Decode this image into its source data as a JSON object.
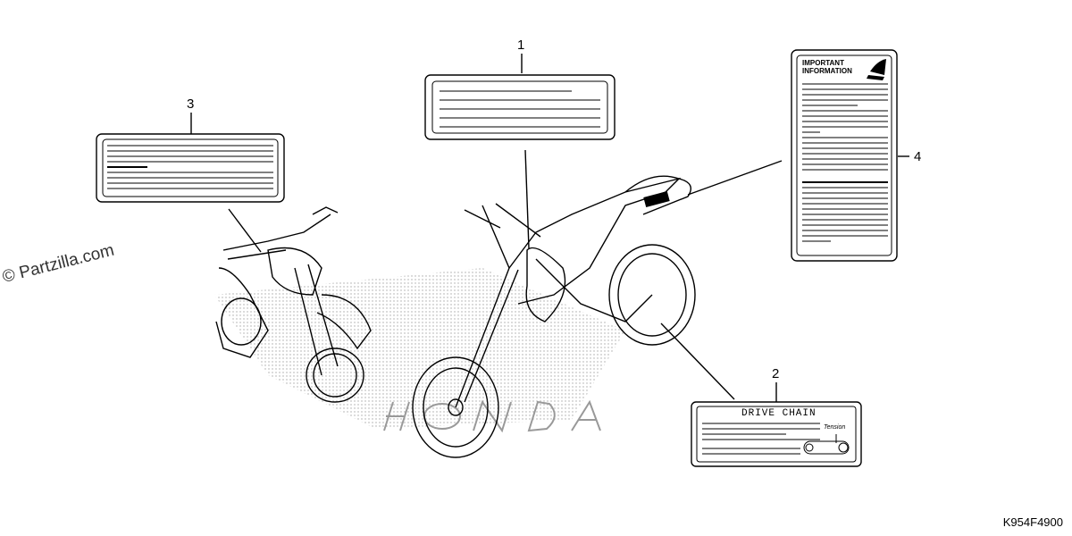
{
  "watermark": "© Partzilla.com",
  "diagram_code": "K954F4900",
  "callouts": [
    "1",
    "2",
    "3",
    "4"
  ],
  "label_2": {
    "title": "DRIVE CHAIN",
    "tag": "Tension"
  },
  "label_4": {
    "heading": "IMPORTANT INFORMATION"
  },
  "colors": {
    "ink": "#000000",
    "paper": "#ffffff",
    "shade": "#9a9a9a"
  },
  "icons": [
    "honda-wing-icon",
    "chain-slack-icon"
  ]
}
